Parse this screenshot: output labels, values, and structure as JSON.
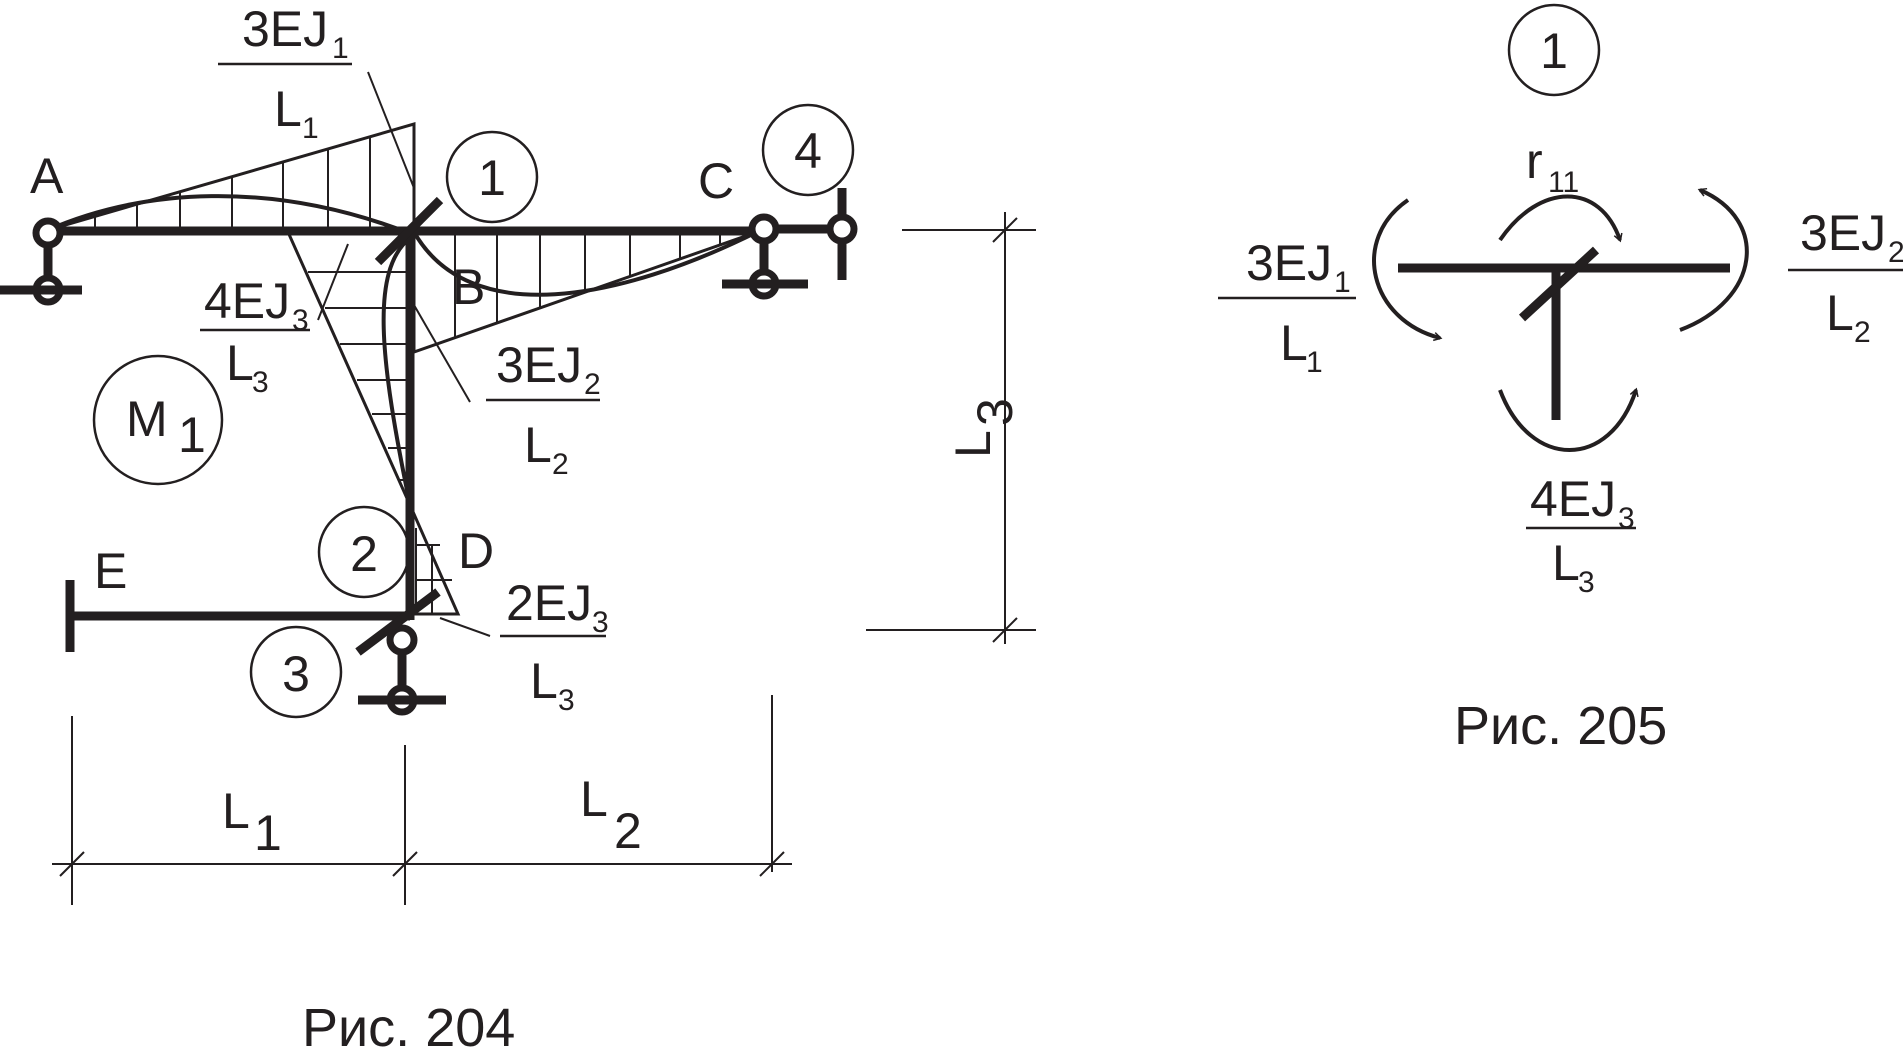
{
  "fig204": {
    "caption": "Рис. 204",
    "points": {
      "A": "A",
      "B": "B",
      "C": "C",
      "D": "D",
      "E": "E"
    },
    "nodes": [
      "1",
      "2",
      "3",
      "4"
    ],
    "diagram_label": {
      "main": "M",
      "sub": "1"
    },
    "moments": {
      "m1": {
        "num_main": "3EJ",
        "num_sub": "1",
        "den_main": "L",
        "den_sub": "1"
      },
      "m2": {
        "num_main": "3EJ",
        "num_sub": "2",
        "den_main": "L",
        "den_sub": "2"
      },
      "m3": {
        "num_main": "4EJ",
        "num_sub": "3",
        "den_main": "L",
        "den_sub": "3"
      },
      "m4": {
        "num_main": "2EJ",
        "num_sub": "3",
        "den_main": "L",
        "den_sub": "3"
      }
    },
    "dims": {
      "L1": {
        "main": "L",
        "sub": "1"
      },
      "L2": {
        "main": "L",
        "sub": "2"
      },
      "L3": {
        "main": "L",
        "sub": "3"
      }
    }
  },
  "fig205": {
    "caption": "Рис. 205",
    "node": "1",
    "reaction": {
      "main": "r",
      "sub": "11"
    },
    "moments": {
      "left": {
        "num_main": "3EJ",
        "num_sub": "1",
        "den_main": "L",
        "den_sub": "1"
      },
      "right": {
        "num_main": "3EJ",
        "num_sub": "2",
        "den_main": "L",
        "den_sub": "2"
      },
      "bottom": {
        "num_main": "4EJ",
        "num_sub": "3",
        "den_main": "L",
        "den_sub": "3"
      }
    }
  },
  "colors": {
    "ink": "#231f20",
    "background": "#ffffff"
  }
}
